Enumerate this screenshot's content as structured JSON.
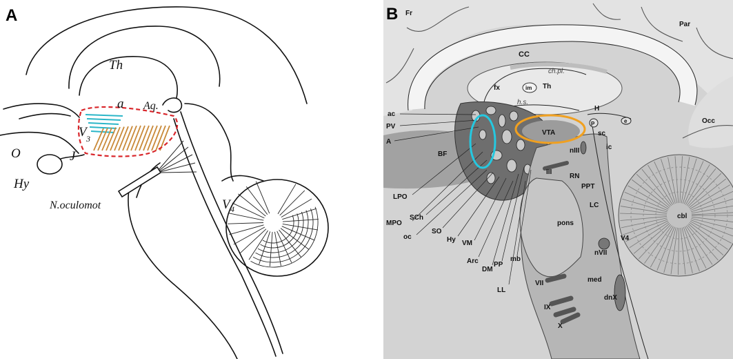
{
  "panel_a": {
    "letter": "A",
    "labels": {
      "th": "Th",
      "a": "a",
      "aq": "Aq.",
      "v3_base": "V",
      "v3_sub": "3",
      "o": "O",
      "j": "J",
      "hy": "Hy",
      "n_oculomot": "N.oculomot",
      "v4_base": "V",
      "v4_sub": "4"
    }
  },
  "panel_b": {
    "letter": "B",
    "labels": {
      "fr": "Fr",
      "cc": "CC",
      "par": "Par",
      "chpl": "ch.pl.",
      "fx": "fx",
      "im": "im",
      "th": "Th",
      "hs": "h.s.",
      "ac": "ac",
      "pv": "PV",
      "a": "A",
      "bf": "BF",
      "h": "H",
      "p": "P",
      "e": "e",
      "sc": "sc",
      "ic": "ic",
      "vta": "VTA",
      "niii": "nIII",
      "occ": "Occ",
      "iii": "III",
      "rn": "RN",
      "ppt": "PPT",
      "lc": "LC",
      "cbl": "cbl",
      "pons": "pons",
      "lpo": "LPO",
      "mpo": "MPO",
      "sch": "SCh",
      "oc": "oc",
      "so": "SO",
      "hy": "Hy",
      "vm": "VM",
      "arc": "Arc",
      "dm": "DM",
      "pp": "PP",
      "mb": "mb",
      "ll": "LL",
      "nvii": "nVII",
      "v4": "V4",
      "med": "med",
      "vii": "VII",
      "ix": "IX",
      "x": "X",
      "dnx": "dnX"
    }
  },
  "colors": {
    "red_outline": "#d9262b",
    "cyan_hatch": "#2bb6c8",
    "orange_hatch": "#c98a3a",
    "cyan_ellipse": "#25c8e0",
    "orange_ellipse": "#f0a020"
  }
}
